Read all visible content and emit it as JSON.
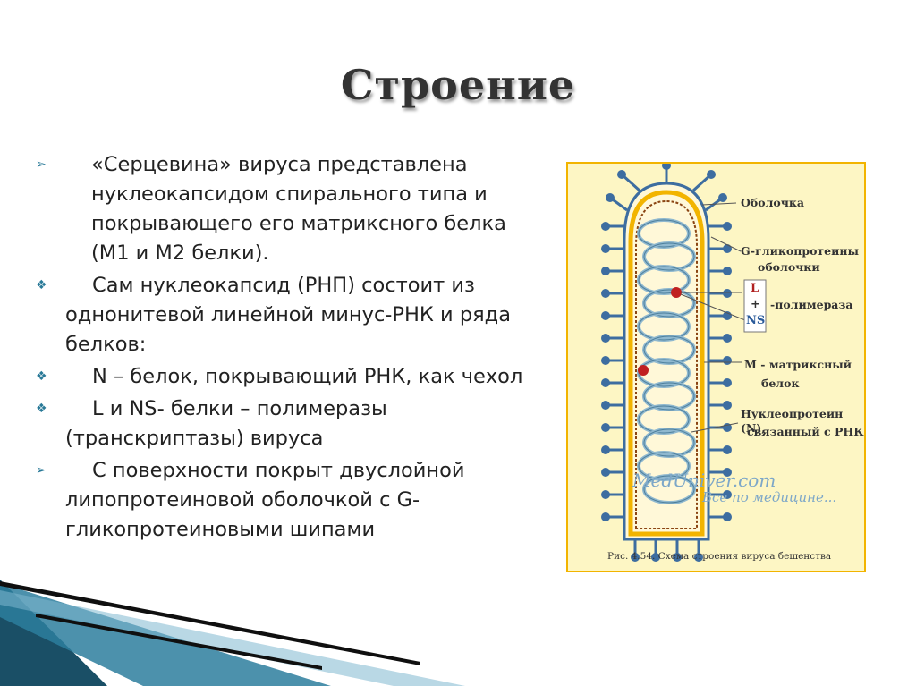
{
  "title": "Строение",
  "bullets": [
    {
      "marker": "➢",
      "text": "«Серцевина» вируса представлена нуклеокапсидом спирального типа и покрывающего его матриксного белка (М1 и М2 белки)."
    },
    {
      "marker": "❖",
      "text": "Сам нуклеокапсид (РНП) состоит из однонитевой линейной минус-РНК и ряда белков:"
    },
    {
      "marker": "❖",
      "text": "N – белок, покрывающий РНК, как чехол"
    },
    {
      "marker": "❖",
      "text": "L и NS- белки – полимеразы (транскриптазы) вируса"
    },
    {
      "marker": "➢",
      "text": "С поверхности покрыт  двуслойной липопротеиновой оболочкой с G-гликопротеиновыми шипами"
    }
  ],
  "figure": {
    "labels": {
      "shell": "Оболочка",
      "glyco_1": "G-гликопротеины",
      "glyco_2": "оболочки",
      "polymerase": "-полимераза",
      "matrix_1": "M - матриксный",
      "matrix_2": "белок",
      "nucleo_1": "Нуклеопротеин (N),",
      "nucleo_2": "связанный с РНК",
      "l": "L",
      "plus": "+",
      "ns": "NS"
    },
    "watermark_1": "MedUniver.com",
    "watermark_2": "Все по медицине...",
    "caption": "Рис. 4.54. Схема строения вируса бешенства"
  },
  "colors": {
    "accent": "#2a7a98",
    "figure_bg": "#fdf6c4",
    "figure_border": "#f2b400",
    "spike": "#3d6da0",
    "coil": "#8fb8cf",
    "membrane": "#f2b400",
    "polymerase_dot": "#c02020"
  }
}
